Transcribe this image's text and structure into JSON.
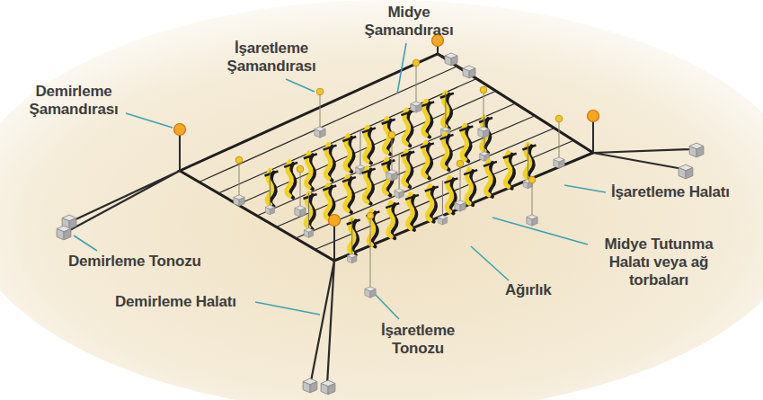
{
  "diagram": {
    "labels": [
      "Midye Şamandırası",
      "İşaretleme Şamandırası",
      "Demirleme Şamandırası",
      "İşaretleme Halatı",
      "Midye Tutunma Halatı veya ağ torbaları",
      "Ağırlık",
      "Demirleme Tonozu",
      "Demirleme Halatı",
      "İşaretleme Tonozu"
    ]
  }
}
